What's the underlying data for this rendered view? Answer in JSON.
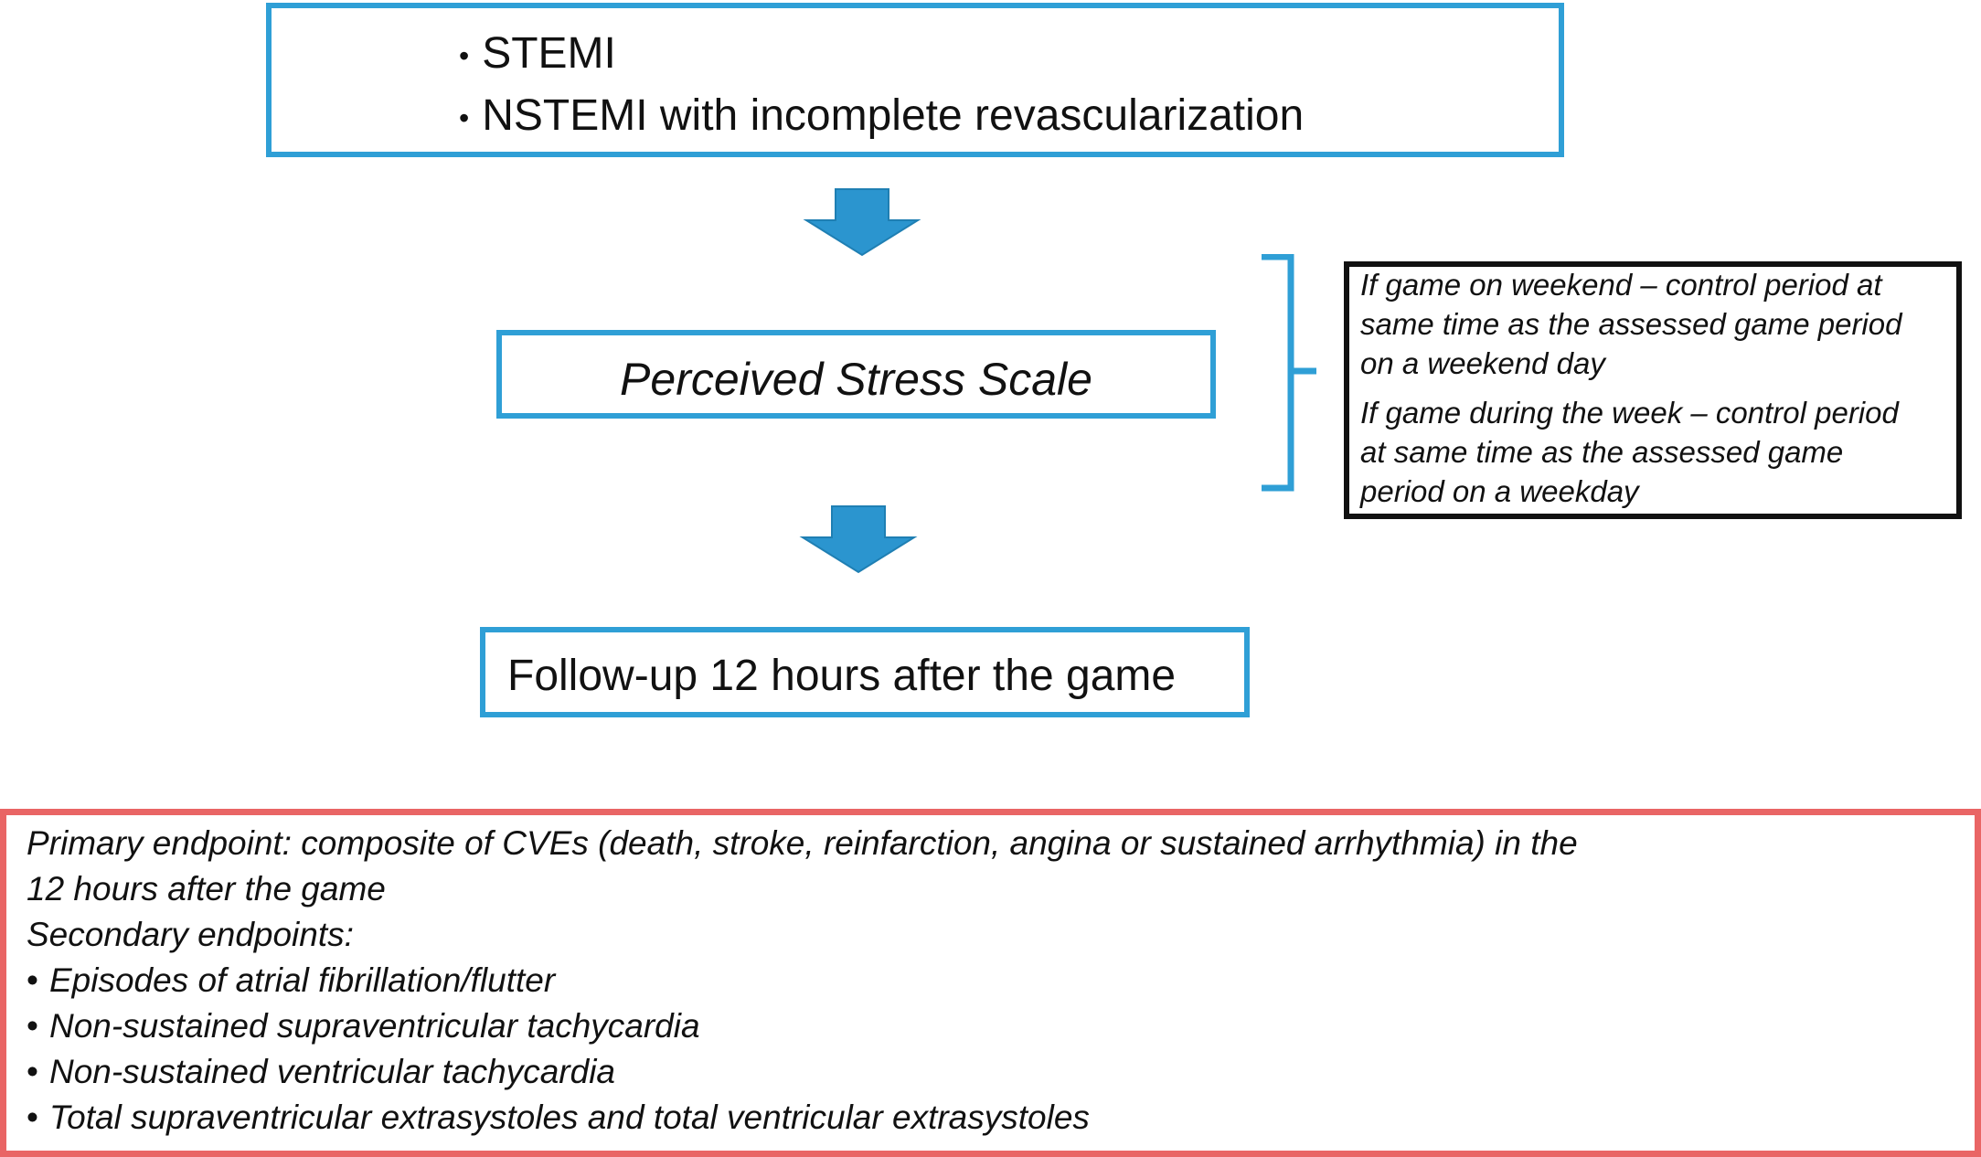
{
  "inclusion": {
    "items": [
      "STEMI",
      "NSTEMI with incomplete revascularization"
    ]
  },
  "measure": {
    "label": "Perceived Stress Scale"
  },
  "control_note": {
    "lines": [
      "If game on weekend – control period at",
      "same time as the assessed game period",
      "on a weekend day",
      "If game during the week – control period",
      "at same time as the assessed game",
      "period on a weekday"
    ]
  },
  "followup": {
    "label": "Follow-up 12 hours after the game"
  },
  "endpoints": {
    "primary_line1": "Primary endpoint: composite of CVEs (death, stroke, reinfarction, angina or sustained arrhythmia) in the",
    "primary_line2": "12 hours after the game",
    "secondary_heading": "Secondary endpoints:",
    "secondary_items": [
      "Episodes of atrial fibrillation/flutter",
      "Non-sustained supraventricular tachycardia",
      "Non-sustained ventricular tachycardia",
      "Total supraventricular extrasystoles and total ventricular extrasystoles"
    ]
  },
  "colors": {
    "box_border": "#2f9fd6",
    "arrow": "#2b95cf",
    "note_border": "#111111",
    "endpoint_border": "#e96565"
  }
}
